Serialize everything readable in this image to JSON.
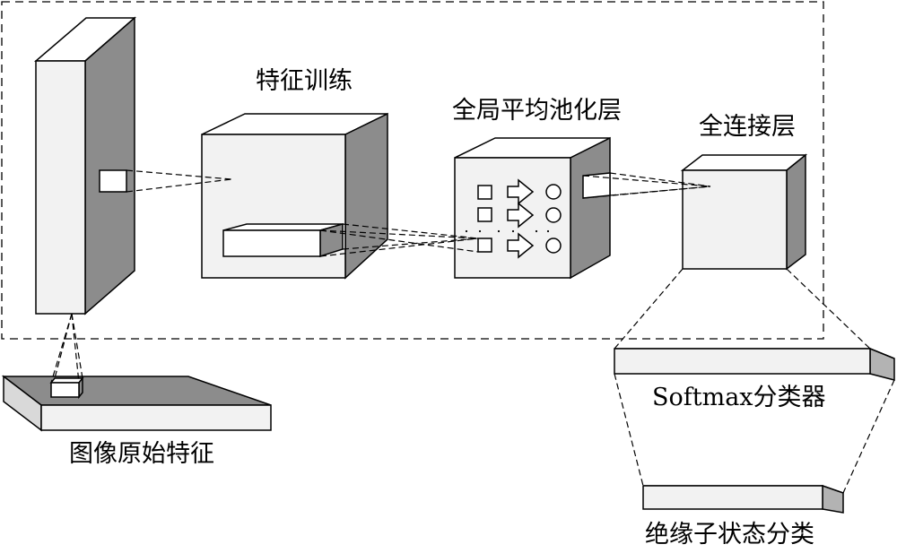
{
  "labels": {
    "feature_training": "特征训练",
    "global_avg_pooling": "全局平均池化层",
    "fully_connected": "全连接层",
    "softmax": "Softmax分类器",
    "raw_image_features": "图像原始特征",
    "insulator_status": "绝缘子状态分类"
  },
  "colors": {
    "front_face": "#f2f2f2",
    "side_face": "#8c8c8c",
    "top_face": "#ffffff",
    "stroke": "#000000"
  }
}
